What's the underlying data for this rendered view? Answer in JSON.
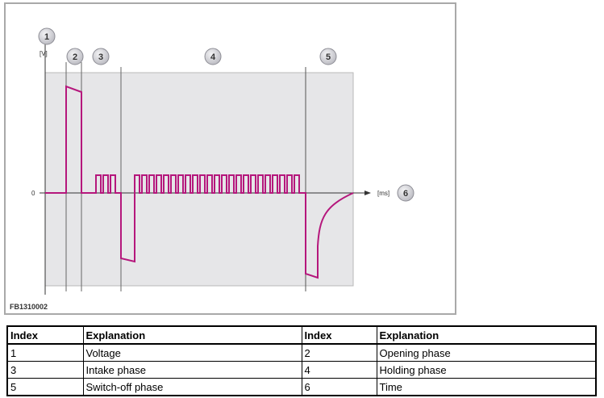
{
  "diagram": {
    "figure_id": "FB1310002",
    "y_unit": "[V]",
    "x_unit": "[ms]",
    "zero_label": "0",
    "callouts": [
      "1",
      "2",
      "3",
      "4",
      "5",
      "6"
    ],
    "colors": {
      "signal": "#b5177c",
      "panel": "#e6e6e8",
      "panel_border": "#b8b8b8",
      "callout_fill": "#d8d8dc"
    }
  },
  "legend": {
    "headers": [
      "Index",
      "Explanation",
      "Index",
      "Explanation"
    ],
    "rows": [
      [
        "1",
        "Voltage",
        "2",
        "Opening phase"
      ],
      [
        "3",
        "Intake phase",
        "4",
        "Holding phase"
      ],
      [
        "5",
        "Switch-off phase",
        "6",
        "Time"
      ]
    ]
  }
}
